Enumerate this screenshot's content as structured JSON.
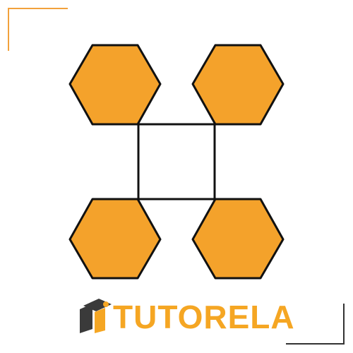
{
  "colors": {
    "hexagon_fill": "#F4A22B",
    "outline": "#111111",
    "brand_orange": "#F5A623",
    "frame_orange": "#F2A13C",
    "frame_dark": "#333333",
    "logo_dark": "#3A3A3A"
  },
  "shapes": {
    "hexagons": [
      "top-left",
      "top-right",
      "bottom-left",
      "bottom-right"
    ],
    "center": "square"
  },
  "brand": {
    "name": "TUTORELA",
    "icon": "graduate-logo-icon"
  }
}
